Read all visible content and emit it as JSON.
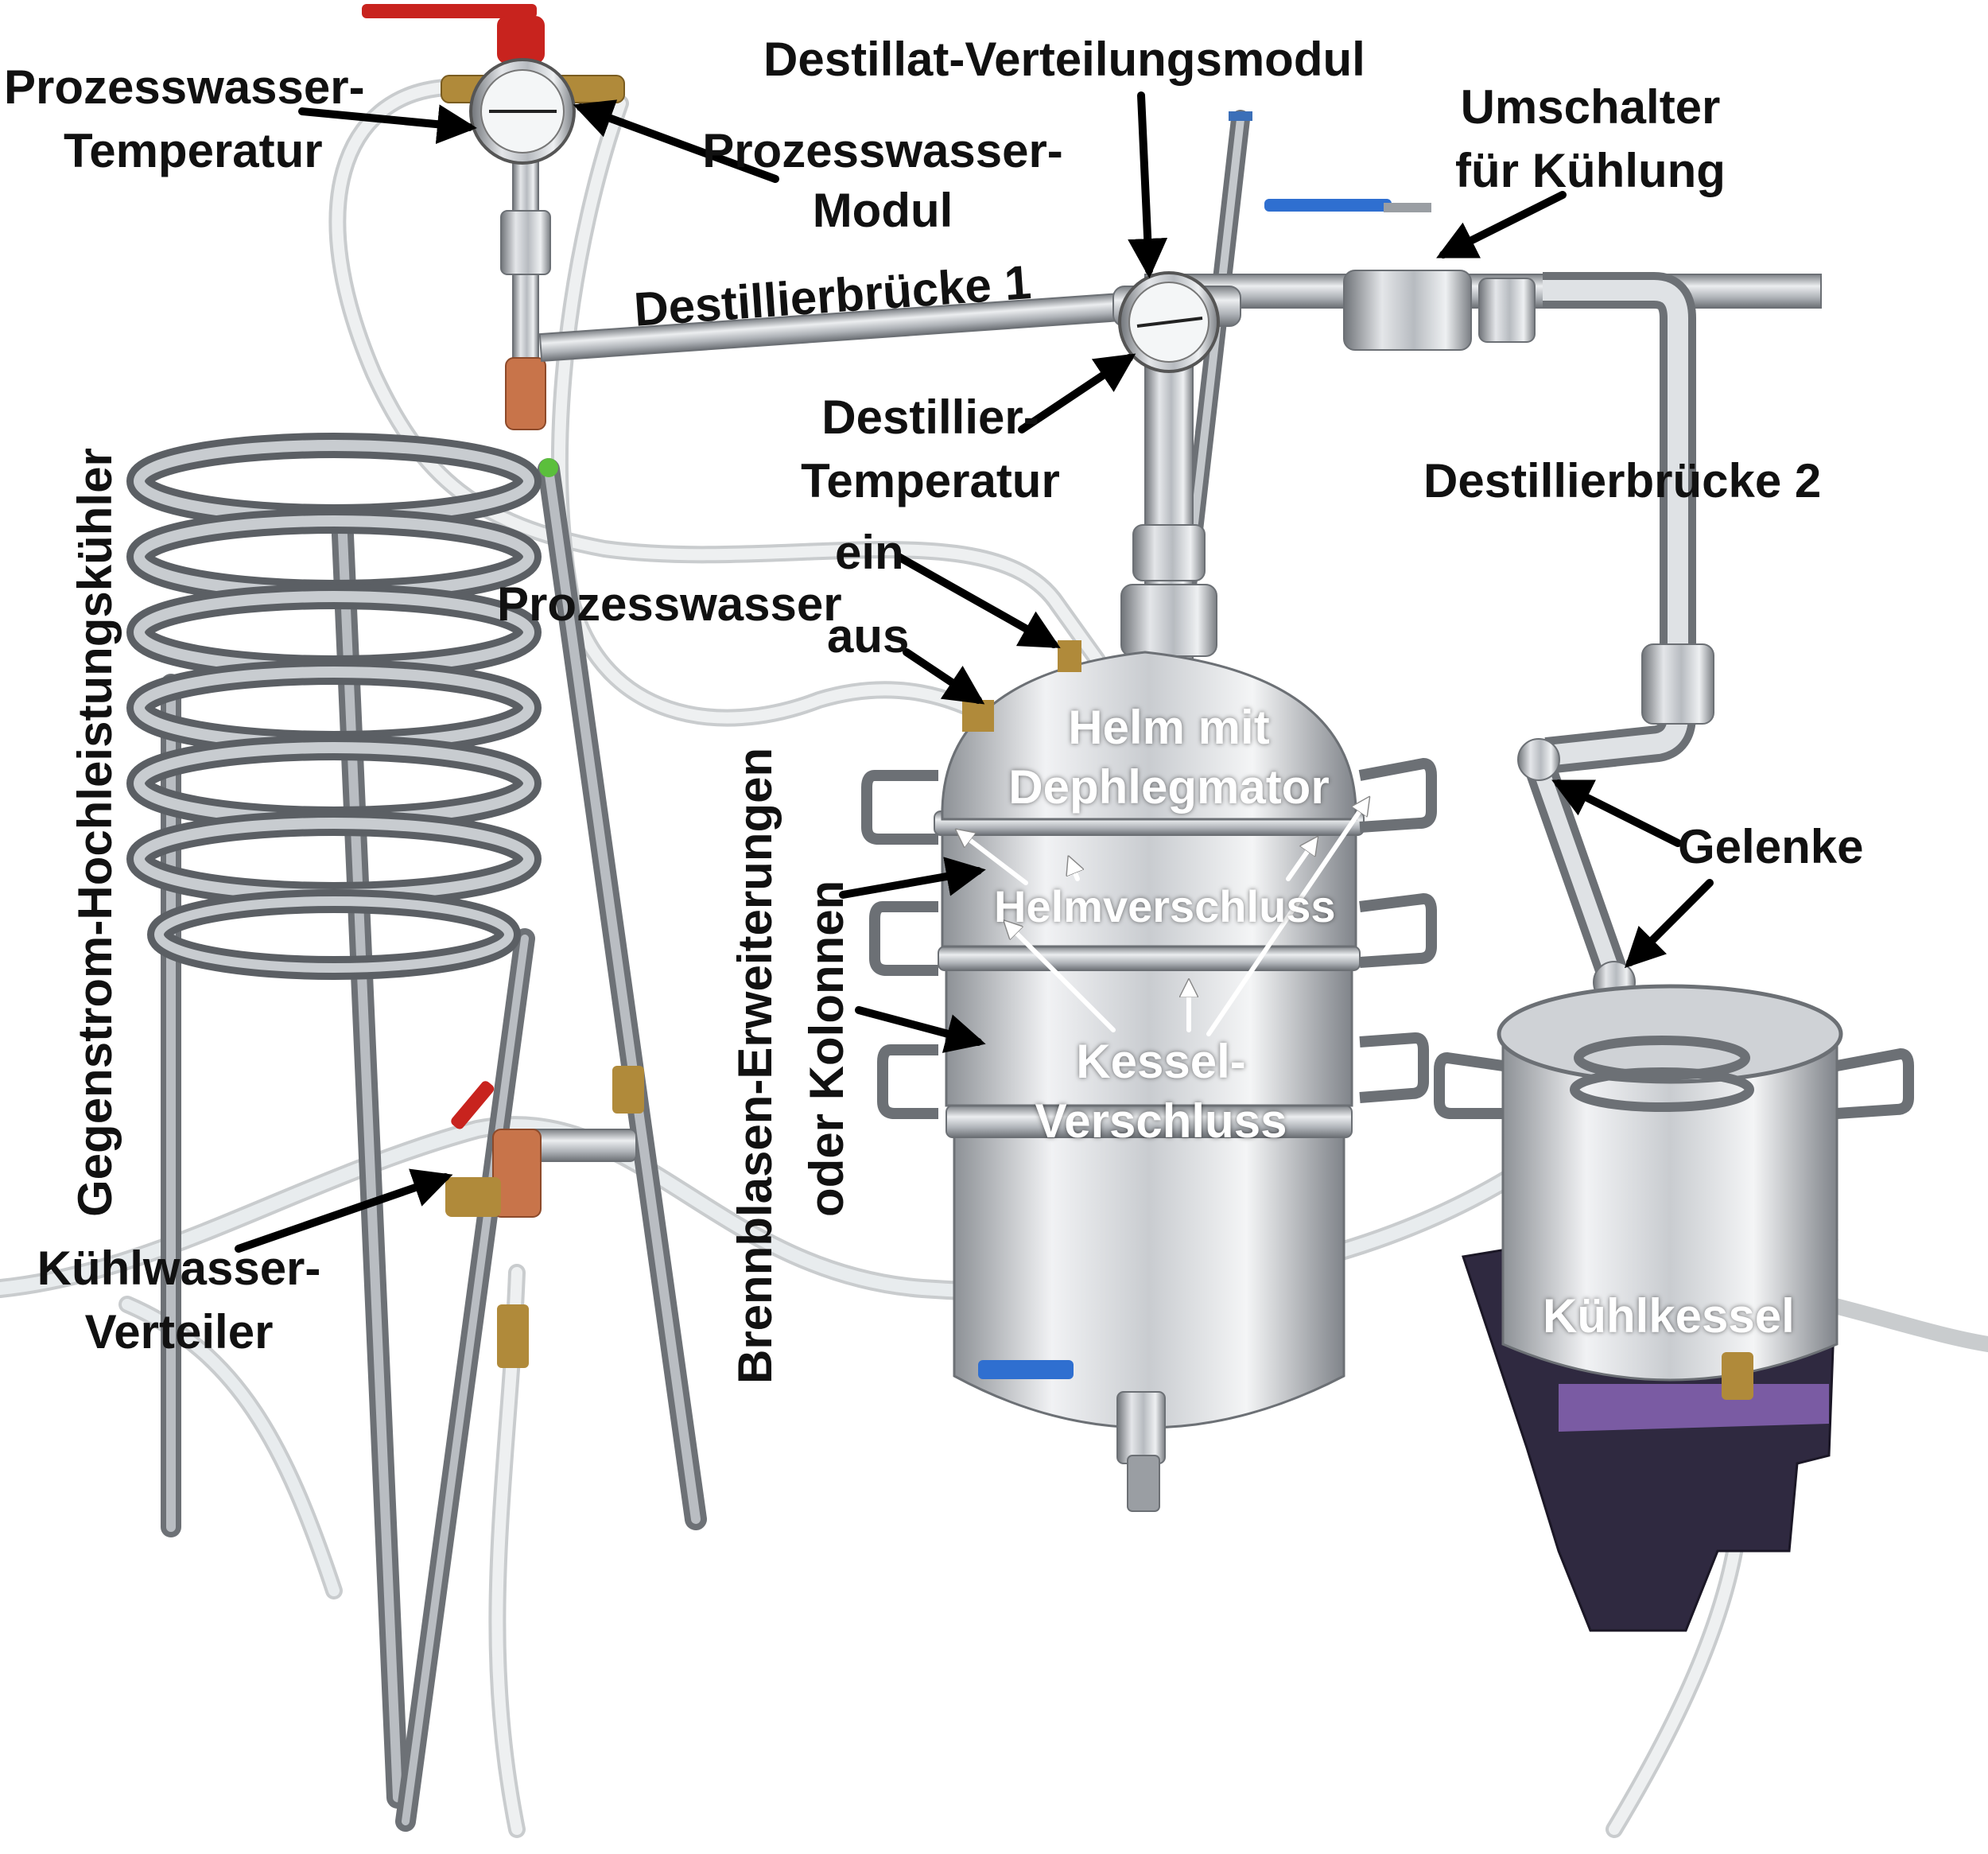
{
  "labels": {
    "prozesswasser_temperatur_l1": "Prozesswasser-",
    "prozesswasser_temperatur_l2": "Temperatur",
    "prozesswasser_modul_l1": "Prozesswasser-",
    "prozesswasser_modul_l2": "Modul",
    "destillat_verteilungsmodul": "Destillat-Verteilungsmodul",
    "umschalter_l1": "Umschalter",
    "umschalter_l2": "für Kühlung",
    "destillierbruecke_1": "Destillierbrücke 1",
    "destillier_temperatur_l1": "Destillier-",
    "destillier_temperatur_l2": "Temperatur",
    "destillierbruecke_2": "Destillierbrücke 2",
    "gegenstrom_kuehler": "Gegenstrom-Hochleistungskühler",
    "ein": "ein",
    "prozesswasser": "Prozesswasser",
    "aus": "aus",
    "helm_l1": "Helm mit",
    "helm_l2": "Dephlegmator",
    "gelenke": "Gelenke",
    "brennblasen_l1": "Brennblasen-Erweiterungen",
    "brennblasen_l2": "oder Kolonnen",
    "helmverschluss": "Helmverschluss",
    "kessel_verschluss_l1": "Kessel-",
    "kessel_verschluss_l2": "Verschluss",
    "kuehlwasser_verteiler_l1": "Kühlwasser-",
    "kuehlwasser_verteiler_l2": "Verteiler",
    "kuehlkessel": "Kühlkessel"
  },
  "colors": {
    "background": "#ffffff",
    "label_dark": "#111111",
    "label_light": "#ffffff",
    "arrow_dark": "#000000",
    "arrow_light": "#ffffff",
    "steel": "#9a9ea3",
    "steel_light": "#d2d5d9",
    "steel_dark": "#5f6368",
    "hose": "#e3e6e8",
    "copper": "#c8744a",
    "valve_red": "#c8231e",
    "valve_blue": "#2f6fd0",
    "stool_purple": "#3b2f55",
    "green_cap": "#5bbf3c"
  }
}
